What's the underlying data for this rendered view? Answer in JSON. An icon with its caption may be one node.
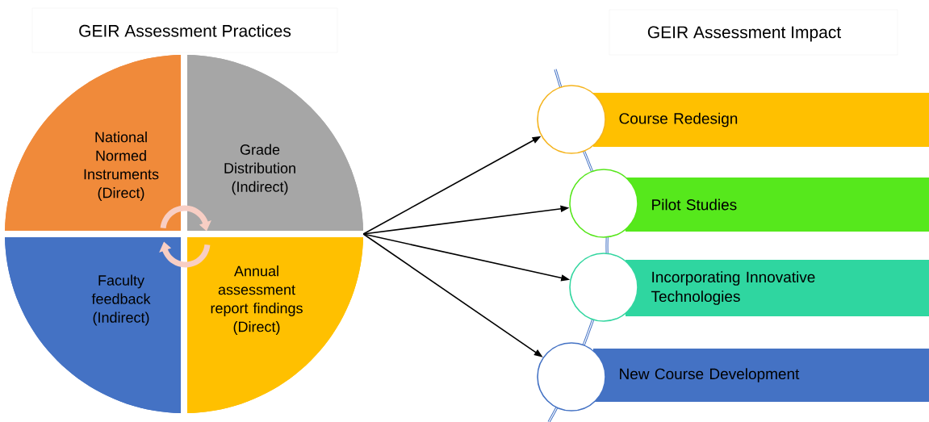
{
  "diagram": {
    "nodes": [
      {
        "text": [],
        "shape": "circle"
      },
      {
        "text": [
          "National Normed Instruments (Direct)"
        ],
        "in": 0
      },
      {
        "text": [
          "Grade Distribution (Indirect)"
        ],
        "in": 0
      },
      {
        "text": [
          "Faculty feedback (Indirect)"
        ],
        "in": 0
      },
      {
        "text": [
          "Annual assessment report findings (Direct)"
        ],
        "in": 0
      },
      {
        "text": [],
        "shape": "circle"
      },
      {
        "text": [
          "Course Redesign"
        ]
      },
      {
        "text": [],
        "shape": "circle"
      },
      {
        "text": [
          "Pilot Studies"
        ]
      },
      {
        "text": [],
        "shape": "circle"
      },
      {
        "text": [
          "Incorporating Innovative Technologies"
        ]
      },
      {
        "text": [],
        "shape": "circle"
      },
      {
        "text": [
          "New Course Development"
        ]
      }
    ],
    "edges": [
      {
        "from": 0,
        "to": 5,
        "arrow": "to"
      },
      {
        "from": 0,
        "to": 7,
        "arrow": "to"
      },
      {
        "from": 0,
        "to": 9,
        "arrow": "to"
      },
      {
        "from": 0,
        "to": 11,
        "arrow": "to"
      }
    ],
    "labels": [
      "GEIR Assessment Practices",
      "GEIR Assessment Impact"
    ]
  }
}
